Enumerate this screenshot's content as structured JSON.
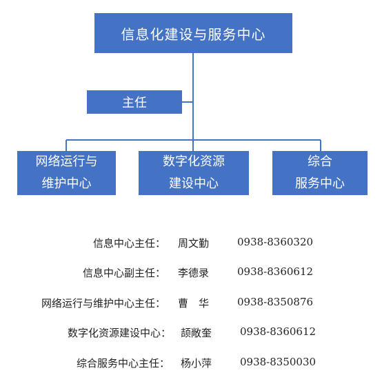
{
  "org_chart": {
    "top": "信息化建设与服务中心",
    "director": "主任",
    "departments": [
      {
        "line1": "网络运行与",
        "line2": "维护中心"
      },
      {
        "line1": "数字化资源",
        "line2": "建设中心"
      },
      {
        "line1": "综合",
        "line2": "服务中心"
      }
    ]
  },
  "contacts": [
    {
      "role": "信息中心主任：",
      "name": "周文勤",
      "phone": "0938-8360320"
    },
    {
      "role": "信息中心副主任：",
      "name": "李德录",
      "phone": "0938-8360612"
    },
    {
      "role": "网络运行与维护中心主任：",
      "name": "曹　华",
      "phone": "0938-8350876"
    },
    {
      "role": "数字化资源建设中心：",
      "name": "颉敞奎",
      "phone": "0938-8360612"
    },
    {
      "role": "综合服务中心主任：",
      "name": "杨小萍",
      "phone": "0938-8350030"
    }
  ],
  "colors": {
    "box": "#4472C4",
    "box_text": "#FFFFFF",
    "text": "#222222"
  }
}
